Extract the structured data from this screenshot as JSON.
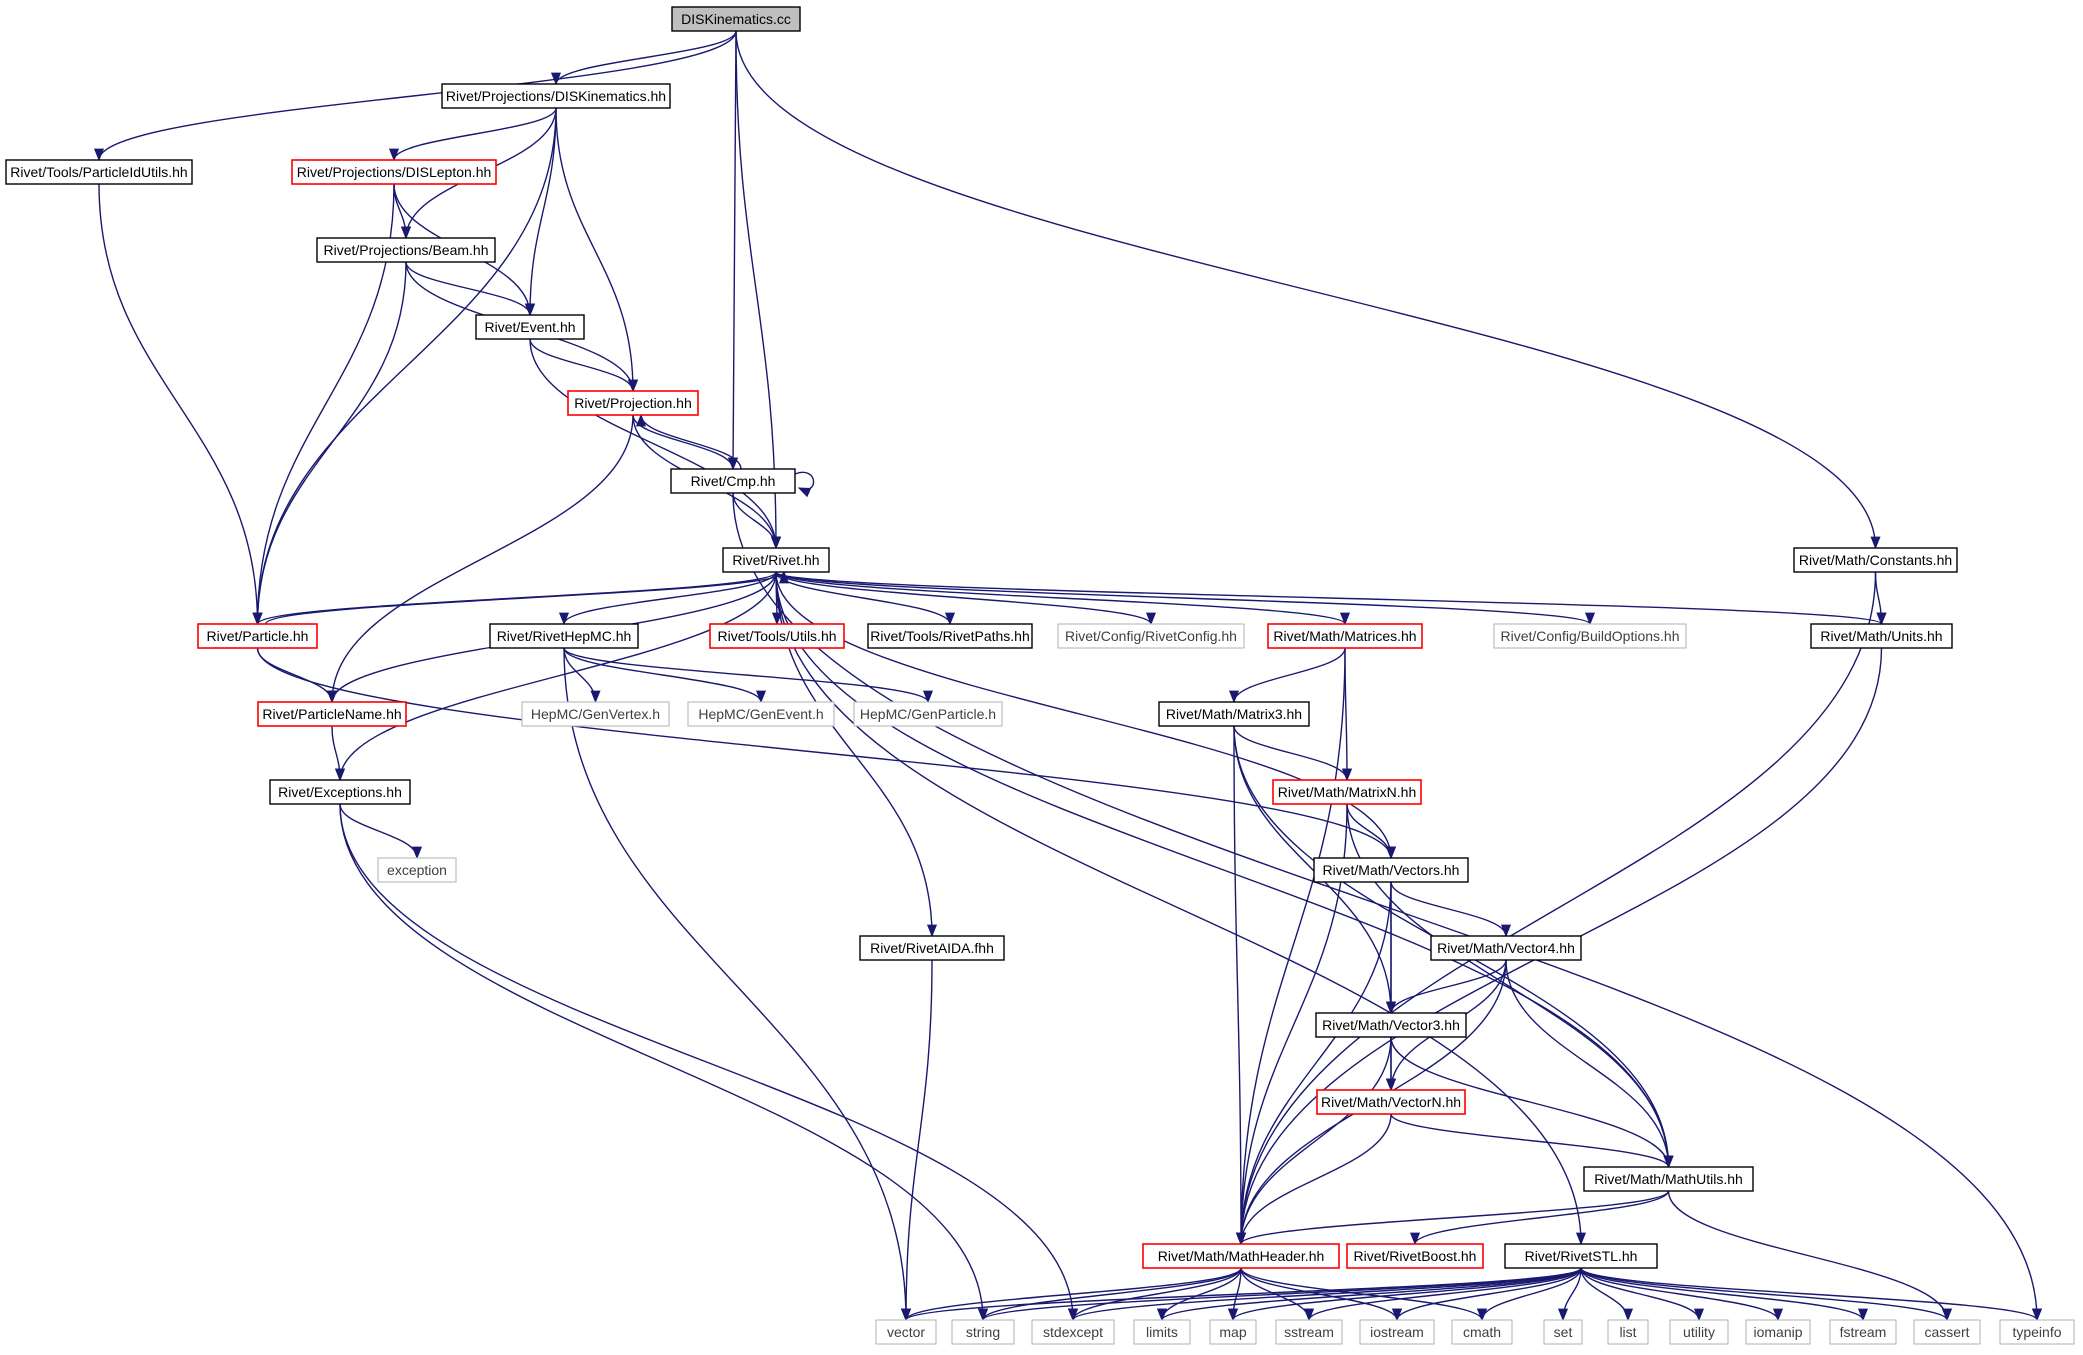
{
  "colors": {
    "edge": "#191970",
    "border_normal": "#000000",
    "border_truncated": "#ff0000",
    "border_external": "#bfbfbf",
    "root_fill": "#bfbfbf",
    "text_normal": "#000000",
    "text_external": "#404040"
  },
  "nodes": [
    {
      "id": "root",
      "label": "DISKinematics.cc",
      "kind": "root"
    },
    {
      "id": "diskin_hh",
      "label": "Rivet/Projections/DISKinematics.hh",
      "kind": "normal"
    },
    {
      "id": "pidutils",
      "label": "Rivet/Tools/ParticleIdUtils.hh",
      "kind": "normal"
    },
    {
      "id": "dislepton",
      "label": "Rivet/Projections/DISLepton.hh",
      "kind": "truncated"
    },
    {
      "id": "beam",
      "label": "Rivet/Projections/Beam.hh",
      "kind": "normal"
    },
    {
      "id": "event",
      "label": "Rivet/Event.hh",
      "kind": "normal"
    },
    {
      "id": "projection",
      "label": "Rivet/Projection.hh",
      "kind": "truncated"
    },
    {
      "id": "cmp",
      "label": "Rivet/Cmp.hh",
      "kind": "normal"
    },
    {
      "id": "rivet",
      "label": "Rivet/Rivet.hh",
      "kind": "normal"
    },
    {
      "id": "constants",
      "label": "Rivet/Math/Constants.hh",
      "kind": "normal"
    },
    {
      "id": "particle",
      "label": "Rivet/Particle.hh",
      "kind": "truncated"
    },
    {
      "id": "hepmc",
      "label": "Rivet/RivetHepMC.hh",
      "kind": "normal"
    },
    {
      "id": "utils",
      "label": "Rivet/Tools/Utils.hh",
      "kind": "truncated"
    },
    {
      "id": "paths",
      "label": "Rivet/Tools/RivetPaths.hh",
      "kind": "normal"
    },
    {
      "id": "rivetconfig",
      "label": "Rivet/Config/RivetConfig.hh",
      "kind": "external"
    },
    {
      "id": "matrices",
      "label": "Rivet/Math/Matrices.hh",
      "kind": "truncated"
    },
    {
      "id": "buildopts",
      "label": "Rivet/Config/BuildOptions.hh",
      "kind": "external"
    },
    {
      "id": "units",
      "label": "Rivet/Math/Units.hh",
      "kind": "normal"
    },
    {
      "id": "pname",
      "label": "Rivet/ParticleName.hh",
      "kind": "truncated"
    },
    {
      "id": "genvertex",
      "label": "HepMC/GenVertex.h",
      "kind": "external"
    },
    {
      "id": "genevent",
      "label": "HepMC/GenEvent.h",
      "kind": "external"
    },
    {
      "id": "genparticle",
      "label": "HepMC/GenParticle.h",
      "kind": "external"
    },
    {
      "id": "matrix3",
      "label": "Rivet/Math/Matrix3.hh",
      "kind": "normal"
    },
    {
      "id": "exceptions",
      "label": "Rivet/Exceptions.hh",
      "kind": "normal"
    },
    {
      "id": "matrixn",
      "label": "Rivet/Math/MatrixN.hh",
      "kind": "truncated"
    },
    {
      "id": "exception",
      "label": "exception",
      "kind": "external"
    },
    {
      "id": "vectors",
      "label": "Rivet/Math/Vectors.hh",
      "kind": "normal"
    },
    {
      "id": "aida",
      "label": "Rivet/RivetAIDA.fhh",
      "kind": "normal"
    },
    {
      "id": "vector4",
      "label": "Rivet/Math/Vector4.hh",
      "kind": "normal"
    },
    {
      "id": "vector3",
      "label": "Rivet/Math/Vector3.hh",
      "kind": "normal"
    },
    {
      "id": "vectorn",
      "label": "Rivet/Math/VectorN.hh",
      "kind": "truncated"
    },
    {
      "id": "mathutils",
      "label": "Rivet/Math/MathUtils.hh",
      "kind": "normal"
    },
    {
      "id": "mathheader",
      "label": "Rivet/Math/MathHeader.hh",
      "kind": "truncated"
    },
    {
      "id": "boost",
      "label": "Rivet/RivetBoost.hh",
      "kind": "truncated"
    },
    {
      "id": "stl",
      "label": "Rivet/RivetSTL.hh",
      "kind": "normal"
    },
    {
      "id": "s_vector",
      "label": "vector",
      "kind": "external"
    },
    {
      "id": "s_string",
      "label": "string",
      "kind": "external"
    },
    {
      "id": "s_stdexcept",
      "label": "stdexcept",
      "kind": "external"
    },
    {
      "id": "s_limits",
      "label": "limits",
      "kind": "external"
    },
    {
      "id": "s_map",
      "label": "map",
      "kind": "external"
    },
    {
      "id": "s_sstream",
      "label": "sstream",
      "kind": "external"
    },
    {
      "id": "s_iostream",
      "label": "iostream",
      "kind": "external"
    },
    {
      "id": "s_cmath",
      "label": "cmath",
      "kind": "external"
    },
    {
      "id": "s_set",
      "label": "set",
      "kind": "external"
    },
    {
      "id": "s_list",
      "label": "list",
      "kind": "external"
    },
    {
      "id": "s_utility",
      "label": "utility",
      "kind": "external"
    },
    {
      "id": "s_iomanip",
      "label": "iomanip",
      "kind": "external"
    },
    {
      "id": "s_fstream",
      "label": "fstream",
      "kind": "external"
    },
    {
      "id": "s_cassert",
      "label": "cassert",
      "kind": "external"
    },
    {
      "id": "s_typeinfo",
      "label": "typeinfo",
      "kind": "external"
    }
  ],
  "edges": [
    [
      "root",
      "diskin_hh"
    ],
    [
      "root",
      "pidutils"
    ],
    [
      "root",
      "cmp"
    ],
    [
      "root",
      "rivet"
    ],
    [
      "root",
      "constants"
    ],
    [
      "diskin_hh",
      "dislepton"
    ],
    [
      "diskin_hh",
      "beam"
    ],
    [
      "diskin_hh",
      "event"
    ],
    [
      "diskin_hh",
      "projection"
    ],
    [
      "diskin_hh",
      "particle"
    ],
    [
      "pidutils",
      "particle"
    ],
    [
      "dislepton",
      "beam"
    ],
    [
      "dislepton",
      "event"
    ],
    [
      "dislepton",
      "particle"
    ],
    [
      "beam",
      "event"
    ],
    [
      "beam",
      "projection"
    ],
    [
      "beam",
      "particle"
    ],
    [
      "event",
      "projection"
    ],
    [
      "event",
      "rivet"
    ],
    [
      "projection",
      "cmp"
    ],
    [
      "projection",
      "rivet"
    ],
    [
      "projection",
      "pname"
    ],
    [
      "cmp",
      "projection"
    ],
    [
      "cmp",
      "cmp"
    ],
    [
      "cmp",
      "rivet"
    ],
    [
      "cmp",
      "s_typeinfo"
    ],
    [
      "constants",
      "units"
    ],
    [
      "constants",
      "mathheader"
    ],
    [
      "rivet",
      "particle"
    ],
    [
      "rivet",
      "pname"
    ],
    [
      "rivet",
      "exceptions"
    ],
    [
      "rivet",
      "hepmc"
    ],
    [
      "rivet",
      "aida"
    ],
    [
      "rivet",
      "utils"
    ],
    [
      "rivet",
      "paths"
    ],
    [
      "rivet",
      "rivetconfig"
    ],
    [
      "rivet",
      "matrices"
    ],
    [
      "rivet",
      "buildopts"
    ],
    [
      "rivet",
      "units"
    ],
    [
      "rivet",
      "vectors"
    ],
    [
      "rivet",
      "mathutils"
    ],
    [
      "rivet",
      "stl"
    ],
    [
      "particle",
      "rivet"
    ],
    [
      "particle",
      "pname"
    ],
    [
      "particle",
      "vectors"
    ],
    [
      "hepmc",
      "genvertex"
    ],
    [
      "hepmc",
      "genevent"
    ],
    [
      "hepmc",
      "genparticle"
    ],
    [
      "hepmc",
      "s_vector"
    ],
    [
      "pname",
      "exceptions"
    ],
    [
      "exceptions",
      "exception"
    ],
    [
      "exceptions",
      "s_string"
    ],
    [
      "exceptions",
      "s_stdexcept"
    ],
    [
      "aida",
      "s_vector"
    ],
    [
      "units",
      "mathheader"
    ],
    [
      "matrices",
      "matrix3"
    ],
    [
      "matrices",
      "matrixn"
    ],
    [
      "matrices",
      "mathheader"
    ],
    [
      "matrix3",
      "matrixn"
    ],
    [
      "matrix3",
      "vector3"
    ],
    [
      "matrix3",
      "mathutils"
    ],
    [
      "matrix3",
      "mathheader"
    ],
    [
      "matrixn",
      "vectors"
    ],
    [
      "matrixn",
      "mathutils"
    ],
    [
      "matrixn",
      "mathheader"
    ],
    [
      "vectors",
      "vector4"
    ],
    [
      "vectors",
      "vector3"
    ],
    [
      "vectors",
      "vectorn"
    ],
    [
      "vectors",
      "mathheader"
    ],
    [
      "vector4",
      "vector3"
    ],
    [
      "vector4",
      "vectorn"
    ],
    [
      "vector4",
      "mathutils"
    ],
    [
      "vector4",
      "mathheader"
    ],
    [
      "vector3",
      "vectorn"
    ],
    [
      "vector3",
      "mathutils"
    ],
    [
      "vector3",
      "mathheader"
    ],
    [
      "vectorn",
      "mathutils"
    ],
    [
      "vectorn",
      "mathheader"
    ],
    [
      "mathutils",
      "mathheader"
    ],
    [
      "mathutils",
      "boost"
    ],
    [
      "mathutils",
      "s_cassert"
    ],
    [
      "mathheader",
      "s_vector"
    ],
    [
      "mathheader",
      "s_string"
    ],
    [
      "mathheader",
      "s_stdexcept"
    ],
    [
      "mathheader",
      "s_limits"
    ],
    [
      "mathheader",
      "s_map"
    ],
    [
      "mathheader",
      "s_sstream"
    ],
    [
      "mathheader",
      "s_iostream"
    ],
    [
      "mathheader",
      "s_cmath"
    ],
    [
      "stl",
      "s_vector"
    ],
    [
      "stl",
      "s_string"
    ],
    [
      "stl",
      "s_stdexcept"
    ],
    [
      "stl",
      "s_limits"
    ],
    [
      "stl",
      "s_map"
    ],
    [
      "stl",
      "s_sstream"
    ],
    [
      "stl",
      "s_iostream"
    ],
    [
      "stl",
      "s_cmath"
    ],
    [
      "stl",
      "s_set"
    ],
    [
      "stl",
      "s_list"
    ],
    [
      "stl",
      "s_utility"
    ],
    [
      "stl",
      "s_iomanip"
    ],
    [
      "stl",
      "s_fstream"
    ],
    [
      "stl",
      "s_cassert"
    ],
    [
      "stl",
      "s_typeinfo"
    ]
  ]
}
